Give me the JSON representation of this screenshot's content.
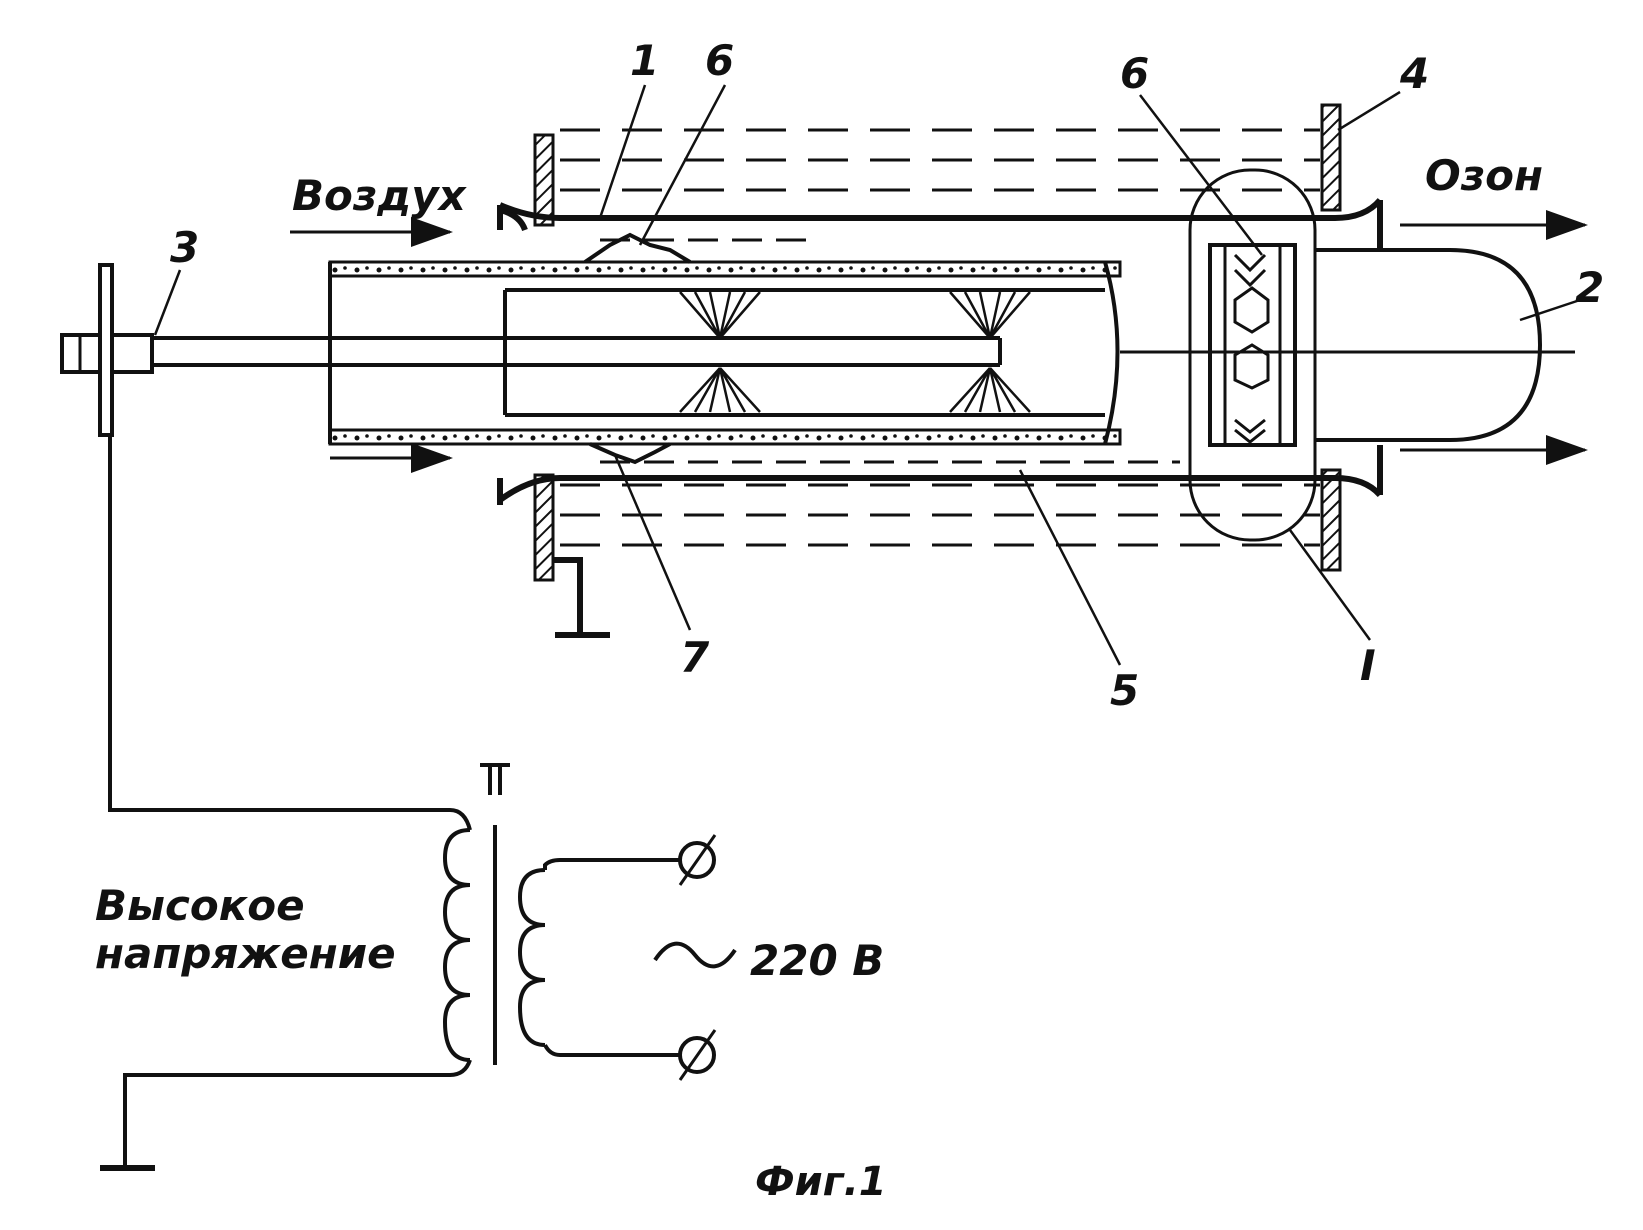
{
  "figure": {
    "caption": "Фиг.1",
    "labels": {
      "air": "Воздух",
      "ozone": "Озон",
      "high_voltage_line1": "Высокое",
      "high_voltage_line2": "напряжение",
      "mains_voltage": "220 В",
      "ac_symbol": "~",
      "transformer": "Т"
    },
    "callouts": {
      "n1_top": "1",
      "n6_left": "6",
      "n6_right": "6",
      "n4": "4",
      "n3": "3",
      "n2": "2",
      "n7": "7",
      "n5": "5",
      "nI": "I"
    }
  }
}
